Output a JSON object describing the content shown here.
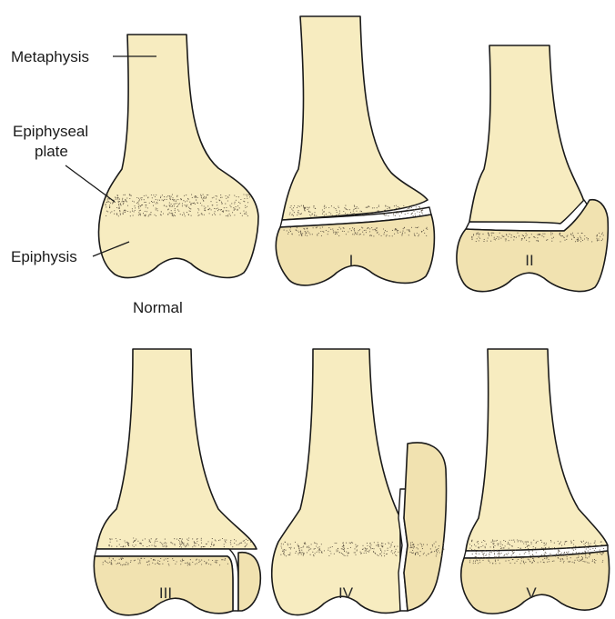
{
  "labels": {
    "metaphysis": "Metaphysis",
    "epiphyseal_plate_line1": "Epiphyseal",
    "epiphyseal_plate_line2": "plate",
    "epiphysis": "Epiphysis",
    "normal": "Normal"
  },
  "types": [
    "I",
    "II",
    "III",
    "IV",
    "V"
  ],
  "colors": {
    "bone": "#f7ecc0",
    "outline": "#1a1a1a",
    "stipple": "#5a5040"
  }
}
